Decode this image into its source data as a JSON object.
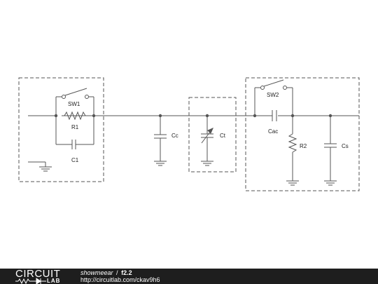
{
  "components": {
    "sw1": "SW1",
    "r1": "R1",
    "c1": "C1",
    "cc": "Cc",
    "ct": "Ct",
    "sw2": "SW2",
    "cac": "Cac",
    "r2": "R2",
    "cs": "Cs"
  },
  "footer": {
    "logo_top": "CIRCUIT",
    "logo_bottom": "LAB",
    "user": "showmeear",
    "separator": "/",
    "circuit_name": "f2.2",
    "url": "http://circuitlab.com/ckav9h6"
  },
  "colors": {
    "wire": "#555555",
    "footer_bg": "#1e1e1e"
  }
}
